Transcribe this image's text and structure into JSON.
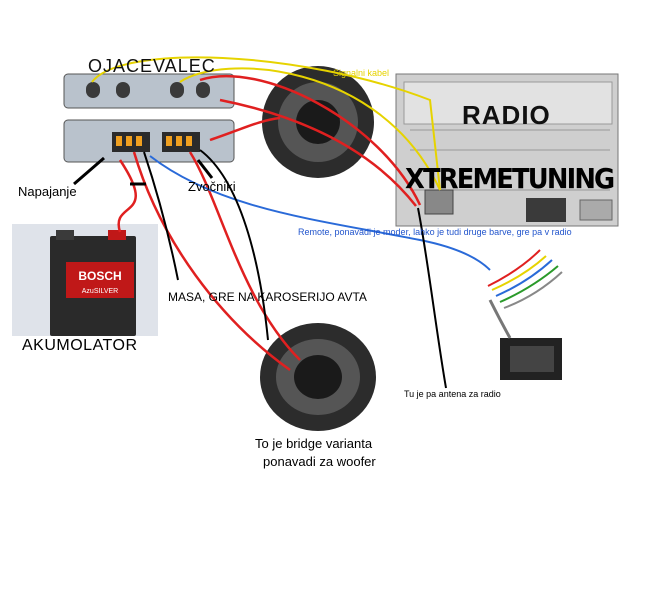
{
  "labels": {
    "amplifier": "OJACEVALEC",
    "signal_cable": "Signalni kabel",
    "radio": "RADIO",
    "brand": "XTREMETUNING",
    "power": "Napajanje",
    "speakers": "Zvočniki",
    "remote": "Remote, ponavadi je moder, lahko je tudi druge barve, gre pa v radio",
    "ground": "MASA, GRE NA KAROSERIJO AVTA",
    "battery": "AKUMOLATOR",
    "battery_brand": "BOSCH",
    "battery_model": "AzuSILVER",
    "antenna": "Tu je pa antena za radio",
    "bridge_line1": "To je bridge varianta",
    "bridge_line2": "ponavadi za woofer"
  },
  "colors": {
    "power_wire": "#e02020",
    "remote_wire": "#2a6ad8",
    "signal_wire": "#e6d300",
    "ground_wire": "#000000",
    "battery_body": "#2a2a2a",
    "battery_label": "#c01818"
  }
}
